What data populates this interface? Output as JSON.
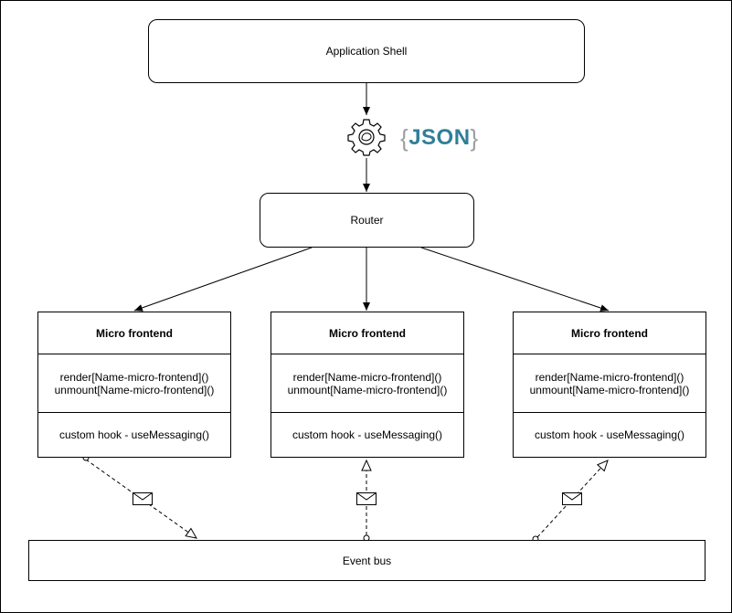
{
  "shell": {
    "label": "Application Shell"
  },
  "router": {
    "label": "Router"
  },
  "config": {
    "format_label": "JSON",
    "open_brace": "{",
    "close_brace": "}"
  },
  "micro_frontends": [
    {
      "title": "Micro frontend",
      "render": "render[Name-micro-frontend]()",
      "unmount": "unmount[Name-micro-frontend]()",
      "hook": "custom hook - useMessaging()"
    },
    {
      "title": "Micro frontend",
      "render": "render[Name-micro-frontend]()",
      "unmount": "unmount[Name-micro-frontend]()",
      "hook": "custom hook - useMessaging()"
    },
    {
      "title": "Micro frontend",
      "render": "render[Name-micro-frontend]()",
      "unmount": "unmount[Name-micro-frontend]()",
      "hook": "custom hook - useMessaging()"
    }
  ],
  "event_bus": {
    "label": "Event bus"
  },
  "icons": {
    "config_icon": "gear-icon",
    "message_icon": "envelope-icon"
  }
}
